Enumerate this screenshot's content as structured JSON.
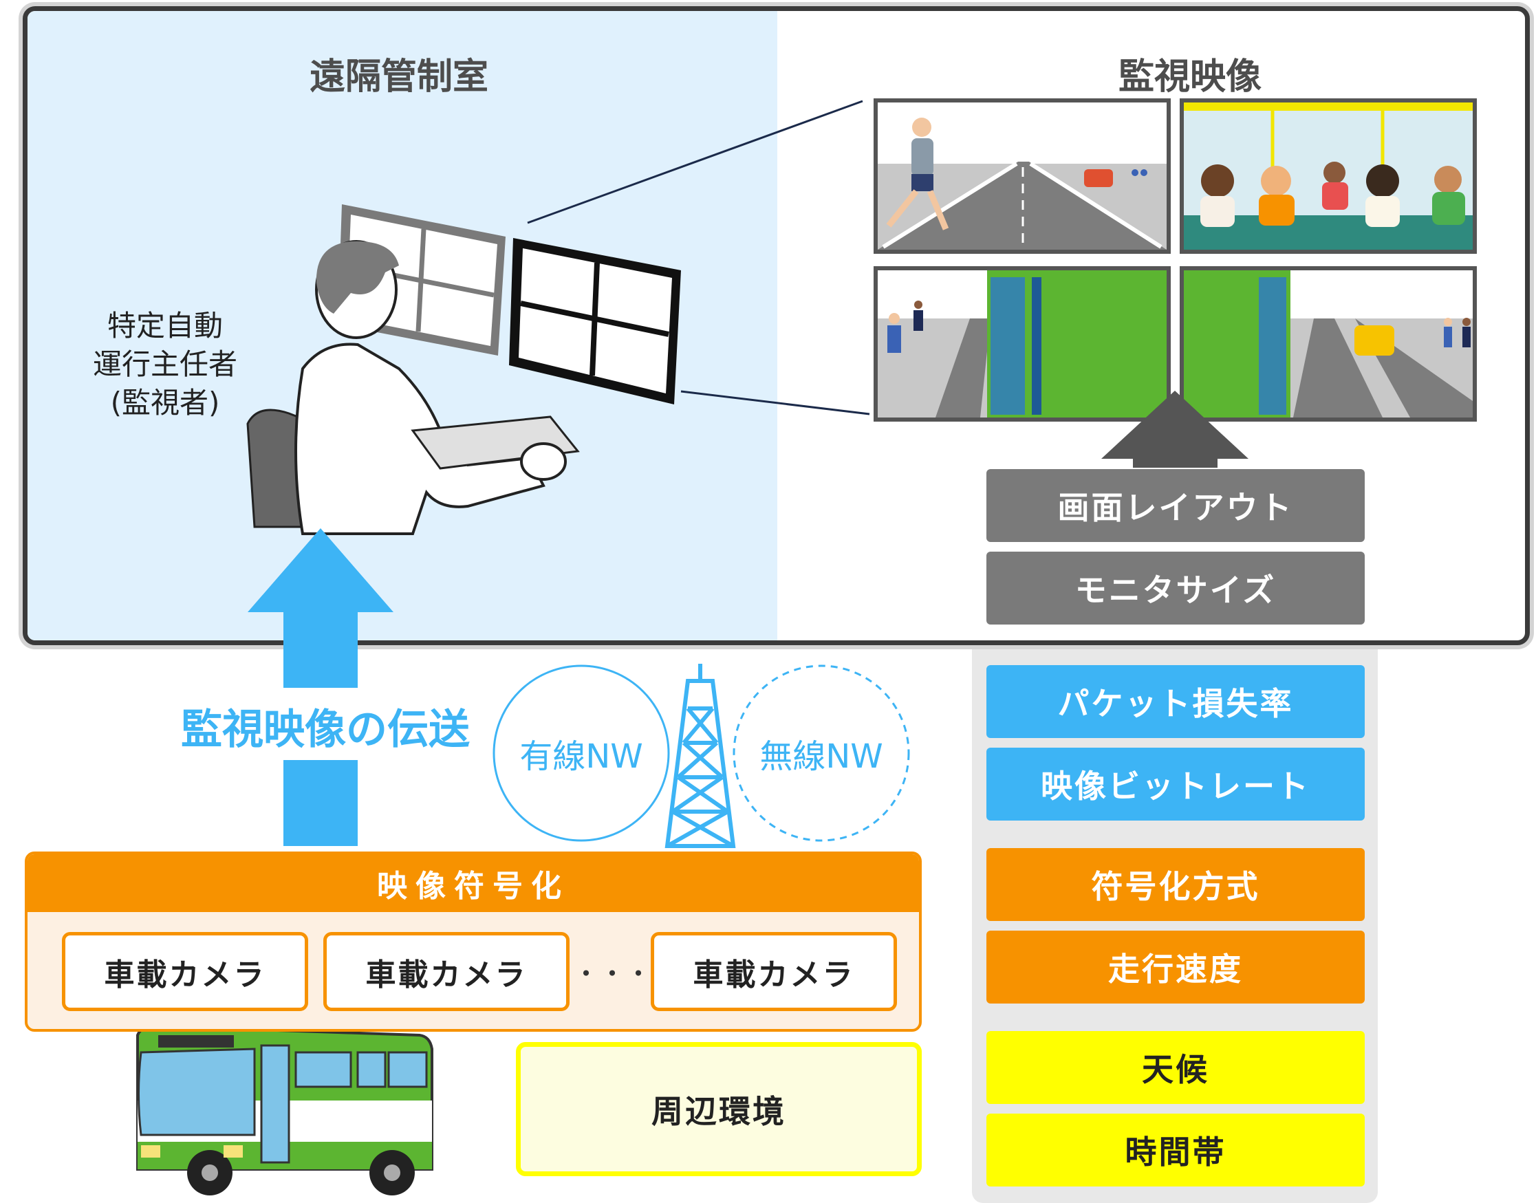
{
  "control_room": {
    "title": "遠隔管制室",
    "operator_label_lines": [
      "特定自動",
      "運行主任者",
      "(監視者)"
    ]
  },
  "monitor_video": {
    "title": "監視映像"
  },
  "parameters": [
    {
      "label": "画面レイアウト",
      "group": "display",
      "color": "#7a7a7a"
    },
    {
      "label": "モニタサイズ",
      "group": "display",
      "color": "#7a7a7a"
    },
    {
      "label": "パケット損失率",
      "group": "network",
      "color": "#3db4f5"
    },
    {
      "label": "映像ビットレート",
      "group": "network",
      "color": "#3db4f5"
    },
    {
      "label": "符号化方式",
      "group": "vehicle",
      "color": "#f79200"
    },
    {
      "label": "走行速度",
      "group": "vehicle",
      "color": "#f79200"
    },
    {
      "label": "天候",
      "group": "environment",
      "color": "#ffff00"
    },
    {
      "label": "時間帯",
      "group": "environment",
      "color": "#ffff00"
    }
  ],
  "transmission": {
    "label": "監視映像の伝送",
    "wired_label": "有線NW",
    "wireless_label": "無線NW"
  },
  "encoding": {
    "header": "映像符号化",
    "cameras": [
      "車載カメラ",
      "車載カメラ",
      "車載カメラ"
    ],
    "ellipsis": "・・・"
  },
  "environment": {
    "label": "周辺環境"
  },
  "colors": {
    "blue": "#3db4f5",
    "orange": "#f79200",
    "yellow": "#ffff00",
    "gray": "#7a7a7a",
    "bus_green": "#5cb531"
  }
}
